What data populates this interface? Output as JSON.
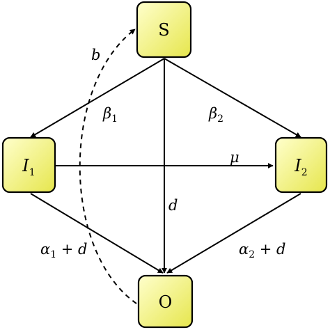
{
  "colors": {
    "node_fill_light": "#ffffcc",
    "node_fill_dark": "#e6e64d",
    "stroke": "#000000"
  },
  "nodes": {
    "S": {
      "text": "S"
    },
    "I1": {
      "main": "I",
      "sub": "1"
    },
    "I2": {
      "main": "I",
      "sub": "2"
    },
    "O": {
      "text": "O"
    }
  },
  "edges": {
    "s_to_i1": {
      "main": "β",
      "sub": "1"
    },
    "s_to_i2": {
      "main": "β",
      "sub": "2"
    },
    "s_to_o": {
      "main": "d"
    },
    "i1_to_i2": {
      "main": "μ"
    },
    "i1_to_o": {
      "main": "α",
      "sub": "1",
      "tail": " + d"
    },
    "i2_to_o": {
      "main": "α",
      "sub": "2",
      "tail": " + d"
    },
    "o_to_s": {
      "main": "b"
    }
  }
}
